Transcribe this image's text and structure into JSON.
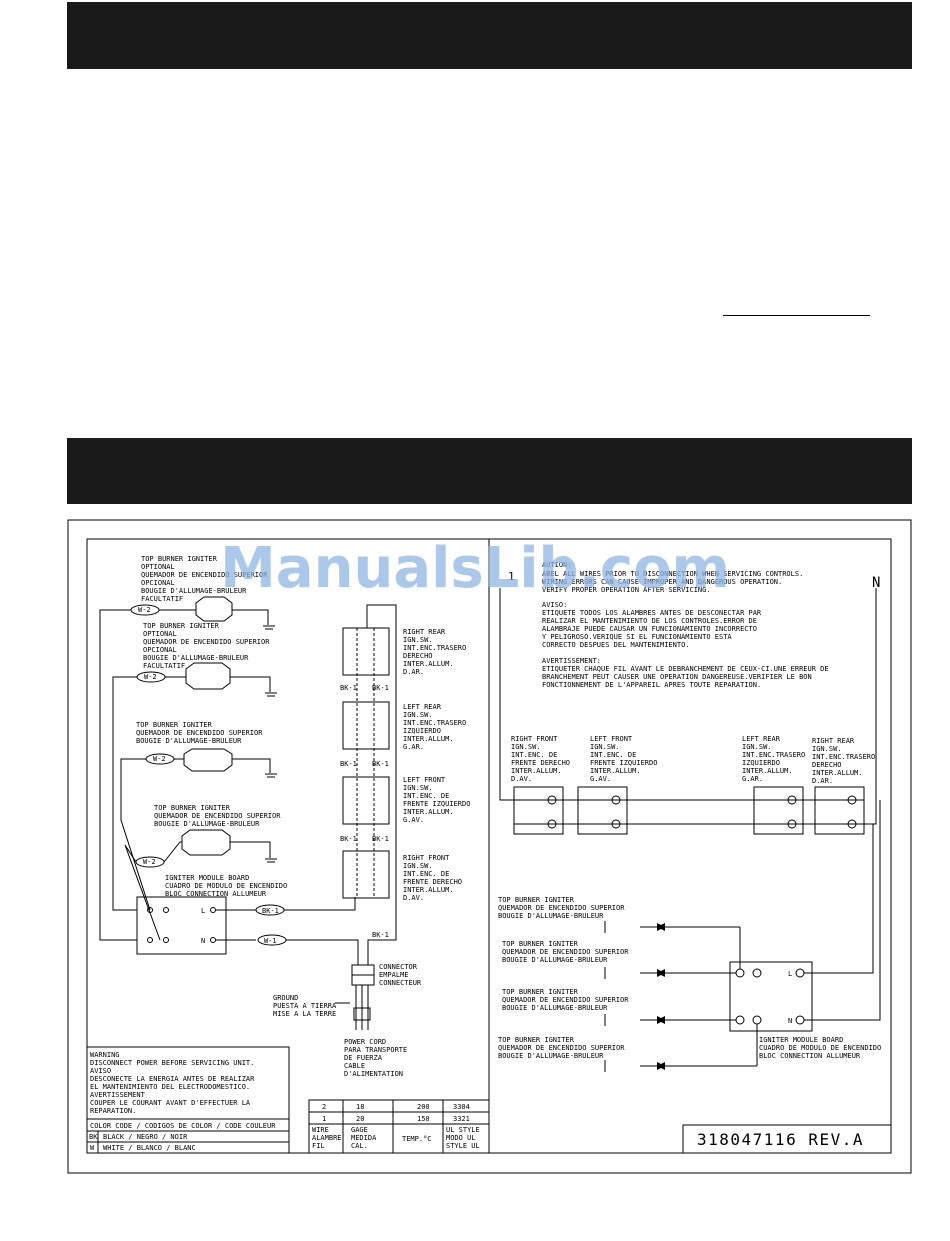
{
  "watermark": "ManualsLib.com",
  "caution": {
    "title": "AUTION:",
    "en_1": "ABEL ALL WIRES PRIOR TO DISCONNECTION WHEN SERVICING CONTROLS.",
    "en_2": "WIRING ERRORS CAN CAUSE IMPROPER AND DANGEROUS OPERATION.",
    "en_3": "VERIFY PROPER OPERATION AFTER SERVICING.",
    "aviso_title": "AVISO:",
    "es_1": "ETIQUETE TODOS LOS ALAMBRES ANTES DE DESCONECTAR PAR",
    "es_2": "REALIZAR EL MANTENIMIENTO DE LOS CONTROLES.ERROR DE",
    "es_3": "ALAMBRAJE PUEDE CAUSAR UN FUNCIONAMIENTO INCORRECTO",
    "es_4": "Y PELIGROSO.VERIQUE SI EL FUNCIONAMIENTO ESTA",
    "es_5": "CORRECTO DESPUES DEL MANTENIMIENTO.",
    "avert_title": "AVERTISSEMENT:",
    "fr_1": "ETIQUETER CHAQUE FIL AVANT LE DEBRANCHEMENT DE CEUX-CI.UNE ERREUR DE",
    "fr_2": "BRANCHEMENT PEUT CAUSER UNE OPERATION DANGEREUSE.VERIFIER LE BON",
    "fr_3": "FONCTIONNEMENT DE L'APPAREIL APRES TOUTE REPARATION."
  },
  "left": {
    "opt": [
      "TOP BURNER IGNITER",
      "OPTIONAL",
      "QUEMADOR DE ENCENDIDO SUPERIOR",
      "OPCIONAL",
      "BOUGIE D'ALLUMAGE-BRULEUR",
      "FACULTATIF"
    ],
    "ign": [
      "TOP BURNER IGNITER",
      "QUEMADOR DE ENCENDIDO SUPERIOR",
      "BOUGIE D'ALLUMAGE-BRULEUR"
    ],
    "w2": "W-2",
    "w1": "W-1",
    "bk1": "BK-1",
    "right_rear": [
      "RIGHT REAR",
      "IGN.SW.",
      "INT.ENC.TRASERO",
      "DERECHO",
      "INTER.ALLUM.",
      "D.AR."
    ],
    "left_rear": [
      "LEFT REAR",
      "IGN.SW.",
      "INT.ENC.TRASERO",
      "IZQUIERDO",
      "INTER.ALLUM.",
      "G.AR."
    ],
    "left_front": [
      "LEFT FRONT",
      "IGN.SW.",
      "INT.ENC. DE",
      "FRENTE IZQUIERDO",
      "INTER.ALLUM.",
      "G.AV."
    ],
    "right_front": [
      "RIGHT FRONT",
      "IGN.SW.",
      "INT.ENC. DE",
      "FRENTE DERECHO",
      "INTER.ALLUM.",
      "D.AV."
    ],
    "module": [
      "IGNITER MODULE BOARD",
      "CUADRO DE MODULO DE ENCENDIDO",
      "BLOC CONNECTION ALLUMEUR"
    ],
    "connector": [
      "CONNECTOR",
      "EMPALME",
      "CONNECTEUR"
    ],
    "ground": [
      "GROUND",
      "PUESTA A TIERRA",
      "MISE A LA TERRE"
    ],
    "cord": [
      "POWER CORD",
      "PARA TRANSPORTE",
      "DE FUERZA",
      "CABLE",
      "D'ALIMENTATION"
    ],
    "L": "L",
    "N": "N"
  },
  "warning": [
    "WARNING",
    "DISCONNECT POWER BEFORE SERVICING UNIT.",
    "AVISO",
    "DESCONECTE LA ENERGIA ANTES DE REALIZAR",
    "EL MANTENIMIENTO DEL ELECTRODOMESTICO.",
    "AVERTISSEMENT",
    "COUPER LE COURANT AVANT D'EFFECTUER LA",
    "REPARATION."
  ],
  "color_code": {
    "header": "COLOR CODE / CODIGOS DE COLOR / CODE COULEUR",
    "bk_code": "BK",
    "bk_text": "BLACK / NEGRO / NOIR",
    "w_code": "W",
    "w_text": "WHITE / BLANCO / BLANC"
  },
  "wire_table": {
    "rows": [
      [
        "2",
        "18",
        "200",
        "3304"
      ],
      [
        "1",
        "20",
        "150",
        "3321"
      ]
    ],
    "h_wire": [
      "WIRE",
      "ALAMBRE",
      "FIL"
    ],
    "h_gage": [
      "GAGE",
      "MEDIDA",
      "CAL."
    ],
    "h_temp": "TEMP.°C",
    "h_ul": [
      "UL STYLE",
      "MODO UL",
      "STYLE UL"
    ]
  },
  "right": {
    "line1": "1",
    "lineN": "N",
    "sw_rf": [
      "RIGHT FRONT",
      "IGN.SW.",
      "INT.ENC. DE",
      "FRENTE DERECHO",
      "INTER.ALLUM.",
      "D.AV."
    ],
    "sw_lf": [
      "LEFT FRONT",
      "IGN.SW.",
      "INT.ENC. DE",
      "FRENTE IZQUIERDO",
      "INTER.ALLUM.",
      "G.AV."
    ],
    "sw_lr": [
      "LEFT REAR",
      "IGN.SW.",
      "INT.ENC.TRASERO",
      "IZQUIERDO",
      "INTER.ALLUM.",
      "G.AR."
    ],
    "sw_rr": [
      "RIGHT REAR",
      "IGN.SW.",
      "INT.ENC.TRASERO",
      "DERECHO",
      "INTER.ALLUM.",
      "D.AR."
    ],
    "ign": [
      "TOP BURNER IGNITER",
      "QUEMADOR DE ENCENDIDO SUPERIOR",
      "BOUGIE D'ALLUMAGE-BRULEUR"
    ],
    "module": [
      "IGNITER MODULE BOARD",
      "CUADRO DE MODULO DE ENCENDIDO",
      "BLOC CONNECTION ALLUMEUR"
    ]
  },
  "part_number": "318047116 REV.A"
}
